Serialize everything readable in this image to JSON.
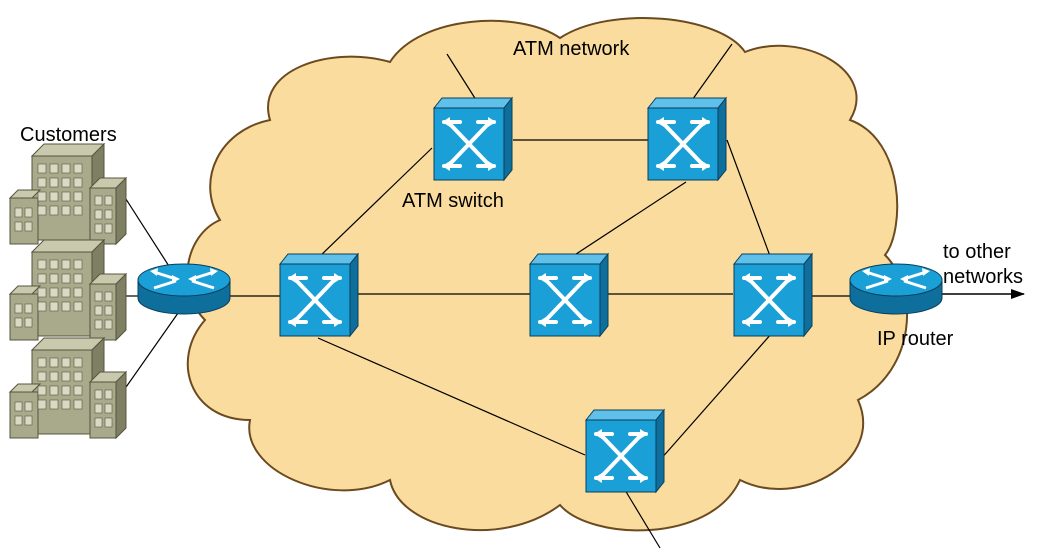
{
  "labels": {
    "cloud": "ATM network",
    "customers": "Customers",
    "switch": "ATM switch",
    "router": "IP router",
    "other_networks": [
      "to other",
      "networks"
    ]
  },
  "colors": {
    "cloud_fill": "#fadd9e",
    "cloud_stroke": "#6b4a1f",
    "device_blue": "#1a9fd6",
    "device_dark": "#0e6e9c",
    "building": "#a9a98b",
    "line": "#000000"
  }
}
